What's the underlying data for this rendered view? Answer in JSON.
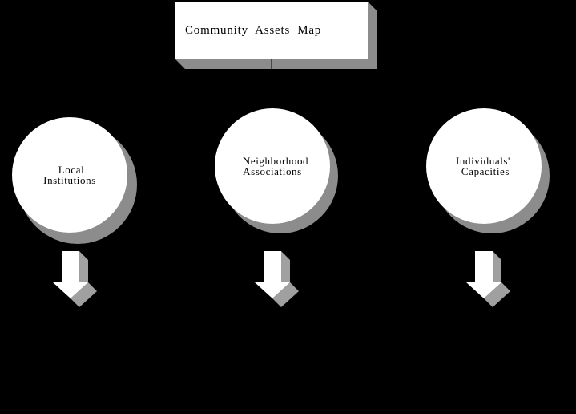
{
  "title": {
    "label": "Community  Assets  Map"
  },
  "nodes": [
    {
      "line1": "Local",
      "line2": "Institutions"
    },
    {
      "line1": "Neighborhood",
      "line2": "Associations"
    },
    {
      "line1": "Individuals'",
      "line2": "Capacities"
    }
  ],
  "colors": {
    "background": "#000000",
    "shape_fill": "#ffffff",
    "shadow": "#8c8c8c",
    "arrow_shade": "#a0a0a0",
    "text": "#000000"
  }
}
